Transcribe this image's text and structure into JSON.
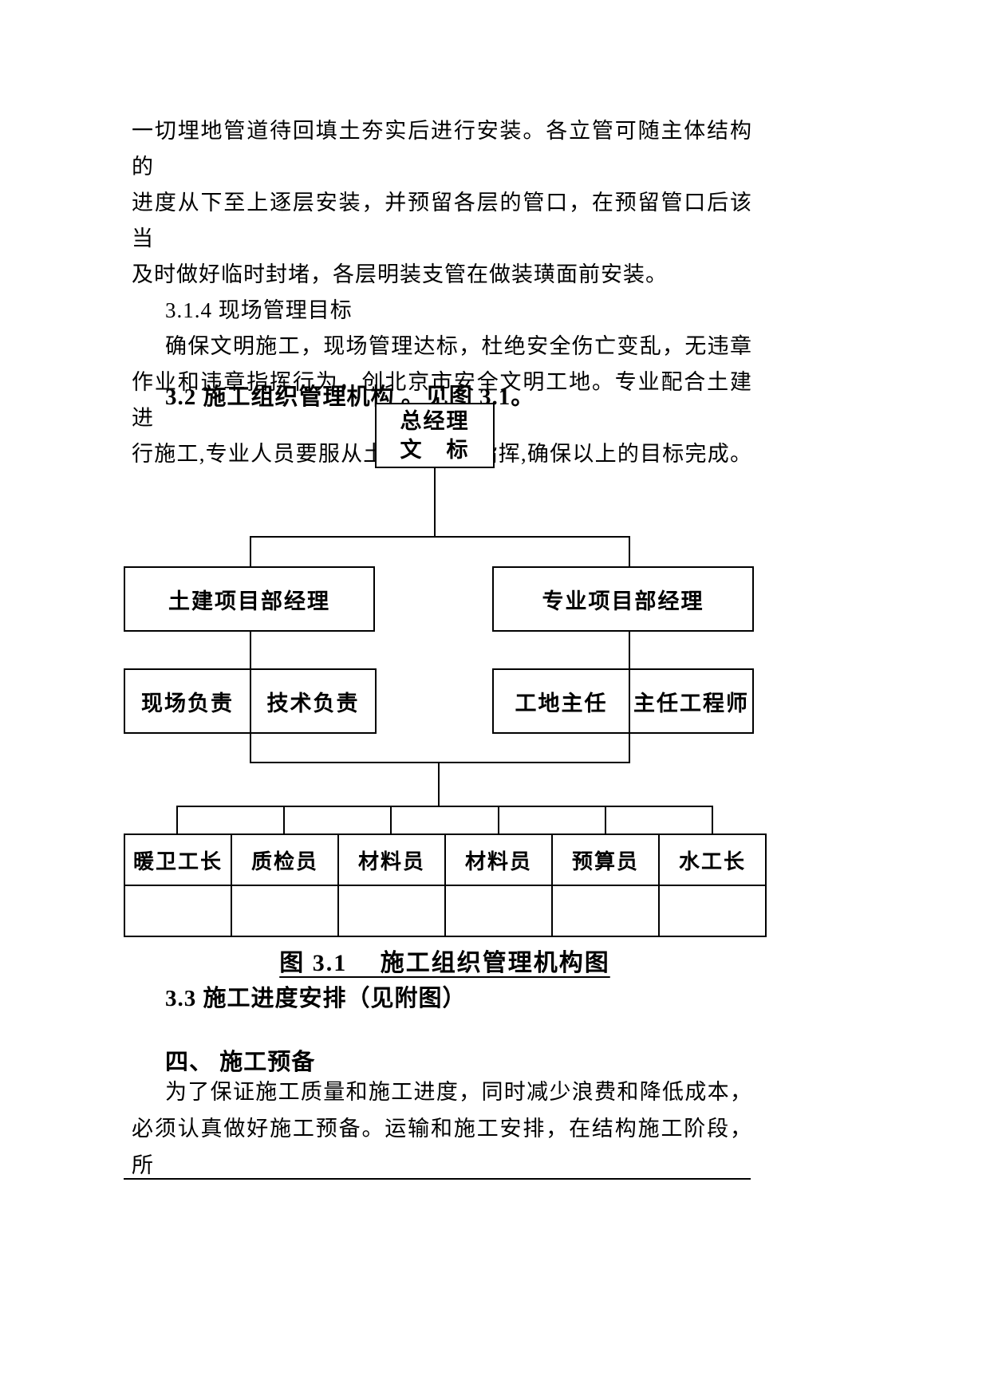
{
  "document": {
    "para1_lines": [
      "一切埋地管道待回填土夯实后进行安装。各立管可随主体结构的",
      "进度从下至上逐层安装，并预留各层的管口，在预留管口后该当",
      "及时做好临时封堵，各层明装支管在做装璜面前安装。"
    ],
    "heading_314": "3.1.4 现场管理目标",
    "para2_lines": [
      "确保文明施工，现场管理达标，杜绝安全伤亡变乱，无违章",
      "作业和违章指挥行为，创北京市安全文明工地。专业配合土建进",
      "行施工,专业人员要服从土建的现场指挥,确保以上的目标完成。"
    ],
    "heading_32": "3.2 施工组织管理机构 。见图 3.1。",
    "figure_caption": "图 3.1　 施工组织管理机构图",
    "heading_33": "3.3 施工进度安排（见附图）",
    "heading_4": "四、 施工预备",
    "para3_lines": [
      "为了保证施工质量和施工进度，同时减少浪费和降低成本，",
      "必须认真做好施工预备。运输和施工安排，在结构施工阶段，所"
    ]
  },
  "org_chart": {
    "general_manager_line1": "总经理",
    "general_manager_line2": "文　标",
    "civil_pm": "土建项目部经理",
    "specialty_pm": "专业项目部经理",
    "site_lead": "现场负责",
    "tech_lead": "技术负责",
    "site_director": "工地主任",
    "chief_engineer": "主任工程师",
    "bottom_row": [
      "暖卫工长",
      "质检员",
      "材料员",
      "材料员",
      "预算员",
      "水工长"
    ]
  }
}
